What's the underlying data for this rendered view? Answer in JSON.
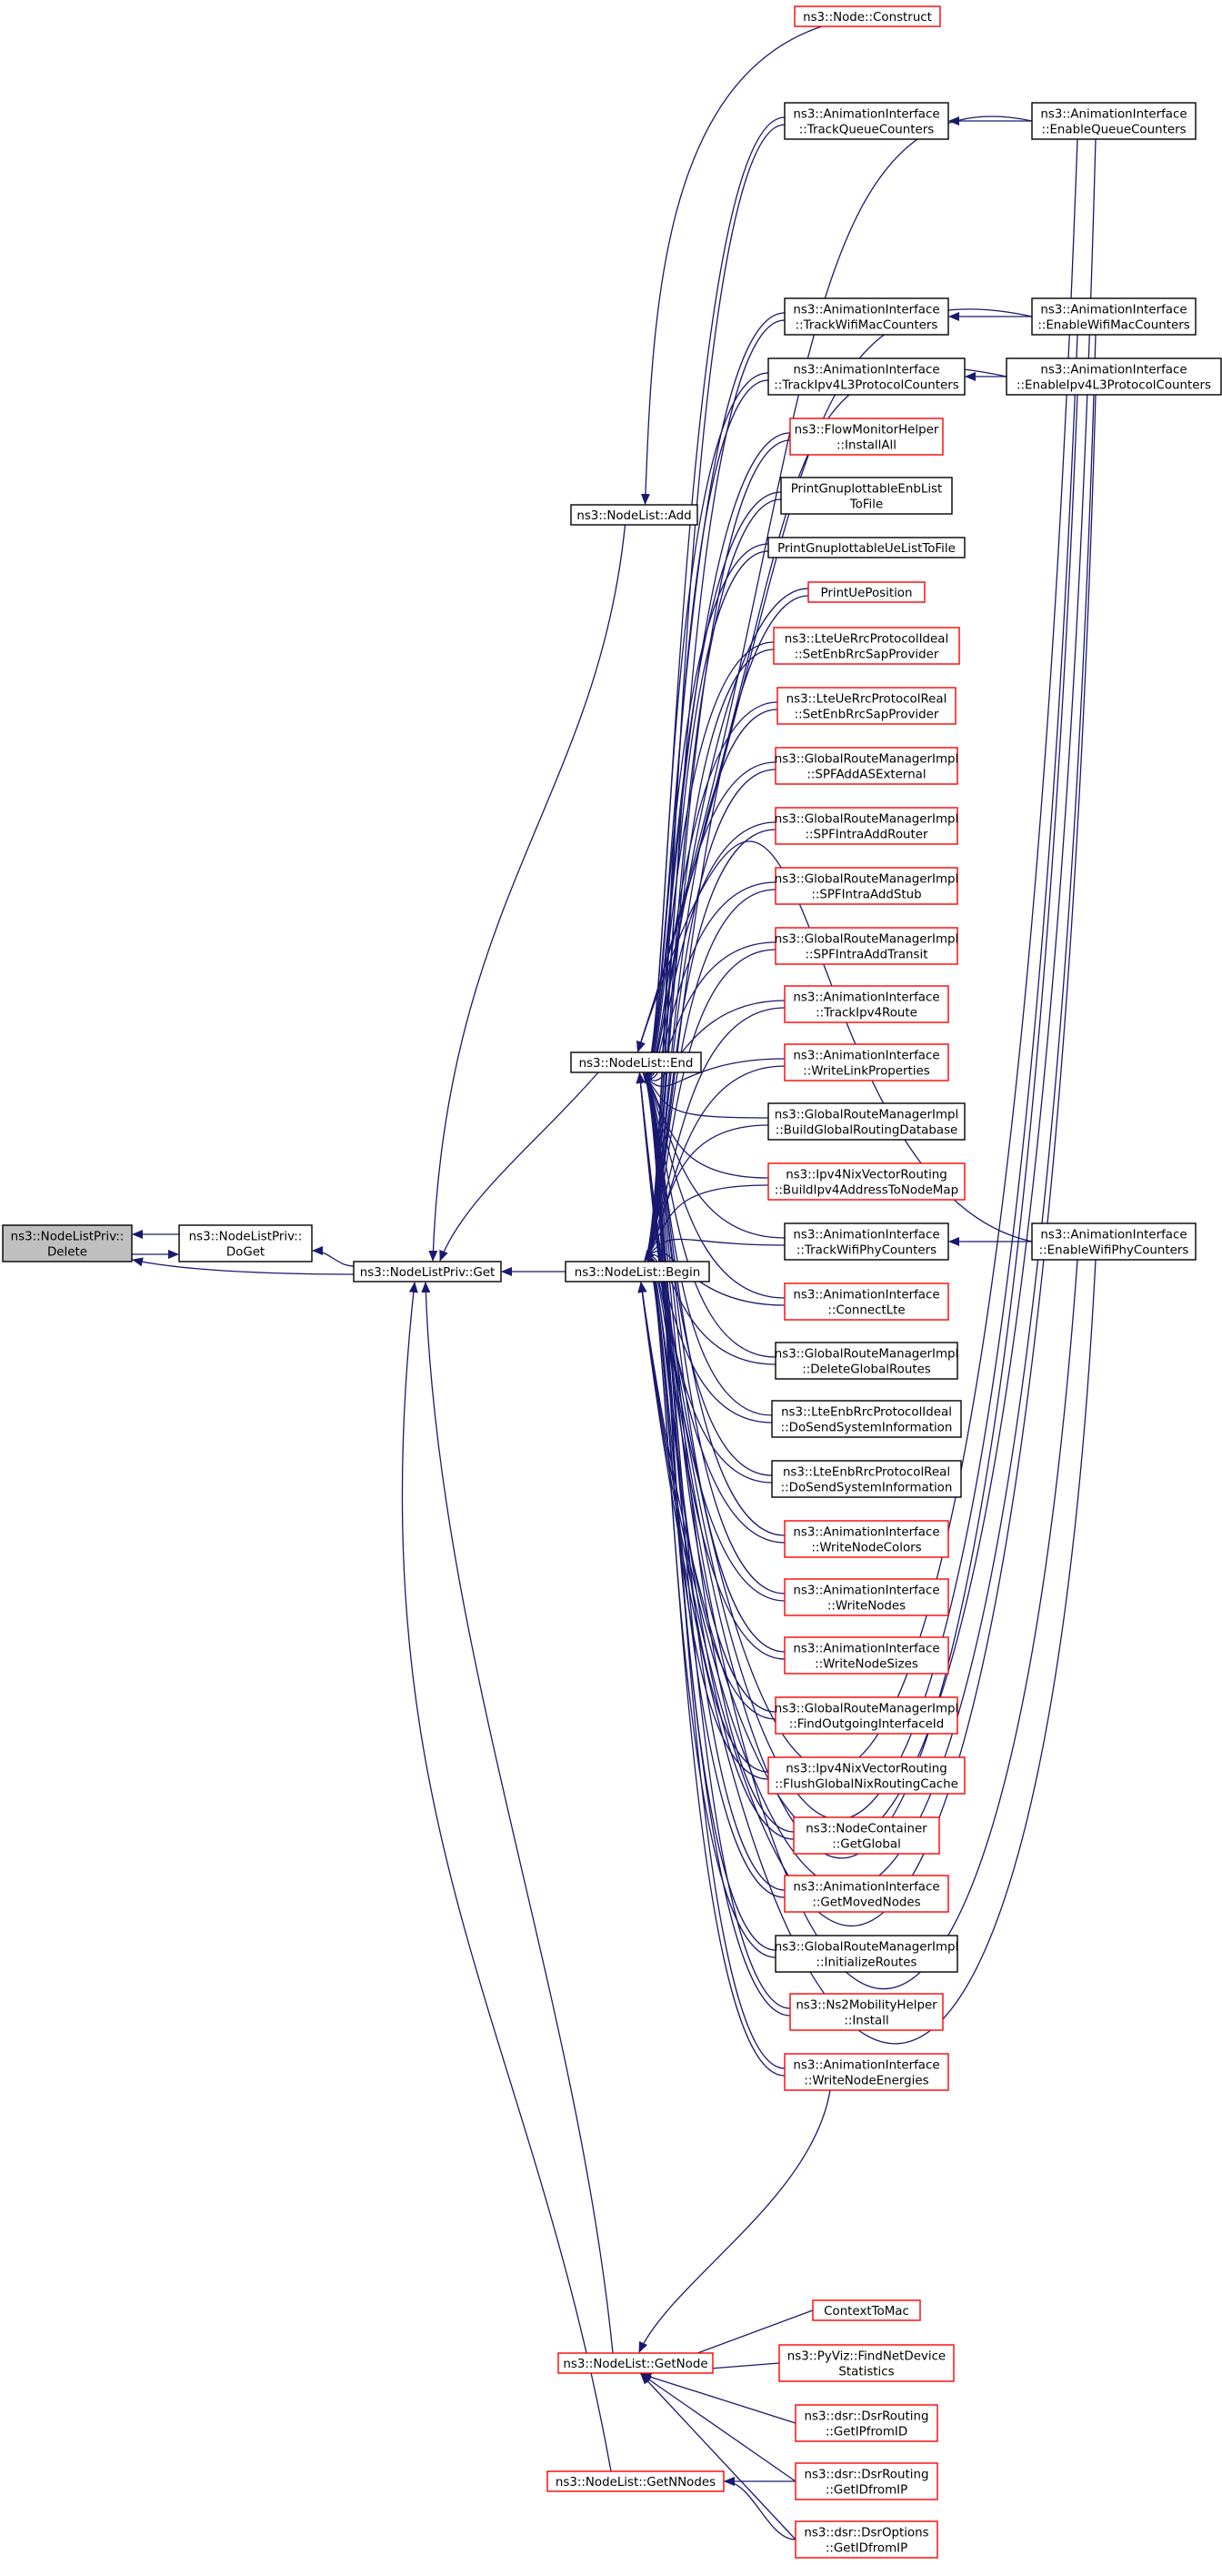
{
  "colors": {
    "edge": "#191970",
    "border_red": "#ff0000",
    "border_black": "#000000",
    "highlight_fill": "#bfbfbf",
    "fill": "#ffffff"
  },
  "nodes": {
    "root": {
      "lines": [
        "ns3::NodeListPriv::",
        "Delete"
      ]
    },
    "doget": {
      "lines": [
        "ns3::NodeListPriv::",
        "DoGet"
      ]
    },
    "get": {
      "lines": [
        "ns3::NodeListPriv::Get"
      ]
    },
    "add": {
      "lines": [
        "ns3::NodeList::Add"
      ]
    },
    "end": {
      "lines": [
        "ns3::NodeList::End"
      ]
    },
    "begin": {
      "lines": [
        "ns3::NodeList::Begin"
      ]
    },
    "getnode": {
      "lines": [
        "ns3::NodeList::GetNode"
      ]
    },
    "getnnodes": {
      "lines": [
        "ns3::NodeList::GetNNodes"
      ]
    },
    "construct": {
      "lines": [
        "ns3::Node::Construct"
      ]
    },
    "tqc": {
      "lines": [
        "ns3::AnimationInterface",
        "::TrackQueueCounters"
      ]
    },
    "twmc": {
      "lines": [
        "ns3::AnimationInterface",
        "::TrackWifiMacCounters"
      ]
    },
    "til3": {
      "lines": [
        "ns3::AnimationInterface",
        "::TrackIpv4L3ProtocolCounters"
      ]
    },
    "fmh": {
      "lines": [
        "ns3::FlowMonitorHelper",
        "::InstallAll"
      ]
    },
    "pgenb": {
      "lines": [
        "PrintGnuplottableEnbList",
        "ToFile"
      ]
    },
    "pgue": {
      "lines": [
        "PrintGnuplottableUeListToFile"
      ]
    },
    "pup": {
      "lines": [
        "PrintUePosition"
      ]
    },
    "lteideal": {
      "lines": [
        "ns3::LteUeRrcProtocolIdeal",
        "::SetEnbRrcSapProvider"
      ]
    },
    "ltereal": {
      "lines": [
        "ns3::LteUeRrcProtocolReal",
        "::SetEnbRrcSapProvider"
      ]
    },
    "grm1": {
      "lines": [
        "ns3::GlobalRouteManagerImpl",
        "::SPFAddASExternal"
      ]
    },
    "grm2": {
      "lines": [
        "ns3::GlobalRouteManagerImpl",
        "::SPFIntraAddRouter"
      ]
    },
    "grm3": {
      "lines": [
        "ns3::GlobalRouteManagerImpl",
        "::SPFIntraAddStub"
      ]
    },
    "grm4": {
      "lines": [
        "ns3::GlobalRouteManagerImpl",
        "::SPFIntraAddTransit"
      ]
    },
    "tir": {
      "lines": [
        "ns3::AnimationInterface",
        "::TrackIpv4Route"
      ]
    },
    "wlp": {
      "lines": [
        "ns3::AnimationInterface",
        "::WriteLinkProperties"
      ]
    },
    "bgrd": {
      "lines": [
        "ns3::GlobalRouteManagerImpl",
        "::BuildGlobalRoutingDatabase"
      ]
    },
    "nix1": {
      "lines": [
        "ns3::Ipv4NixVectorRouting",
        "::BuildIpv4AddressToNodeMap"
      ]
    },
    "twpc": {
      "lines": [
        "ns3::AnimationInterface",
        "::TrackWifiPhyCounters"
      ]
    },
    "clte": {
      "lines": [
        "ns3::AnimationInterface",
        "::ConnectLte"
      ]
    },
    "dgr": {
      "lines": [
        "ns3::GlobalRouteManagerImpl",
        "::DeleteGlobalRoutes"
      ]
    },
    "enbideal": {
      "lines": [
        "ns3::LteEnbRrcProtocolIdeal",
        "::DoSendSystemInformation"
      ]
    },
    "enbreal": {
      "lines": [
        "ns3::LteEnbRrcProtocolReal",
        "::DoSendSystemInformation"
      ]
    },
    "wnc": {
      "lines": [
        "ns3::AnimationInterface",
        "::WriteNodeColors"
      ]
    },
    "wn": {
      "lines": [
        "ns3::AnimationInterface",
        "::WriteNodes"
      ]
    },
    "wns": {
      "lines": [
        "ns3::AnimationInterface",
        "::WriteNodeSizes"
      ]
    },
    "foi": {
      "lines": [
        "ns3::GlobalRouteManagerImpl",
        "::FindOutgoingInterfaceId"
      ]
    },
    "nix2": {
      "lines": [
        "ns3::Ipv4NixVectorRouting",
        "::FlushGlobalNixRoutingCache"
      ]
    },
    "ncg": {
      "lines": [
        "ns3::NodeContainer",
        "::GetGlobal"
      ]
    },
    "gmn": {
      "lines": [
        "ns3::AnimationInterface",
        "::GetMovedNodes"
      ]
    },
    "ir": {
      "lines": [
        "ns3::GlobalRouteManagerImpl",
        "::InitializeRoutes"
      ]
    },
    "ns2": {
      "lines": [
        "ns3::Ns2MobilityHelper",
        "::Install"
      ]
    },
    "wne": {
      "lines": [
        "ns3::AnimationInterface",
        "::WriteNodeEnergies"
      ]
    },
    "ctm": {
      "lines": [
        "ContextToMac"
      ]
    },
    "pyviz": {
      "lines": [
        "ns3::PyViz::FindNetDevice",
        "Statistics"
      ]
    },
    "dsr1": {
      "lines": [
        "ns3::dsr::DsrRouting",
        "::GetIPfromID"
      ]
    },
    "dsr2": {
      "lines": [
        "ns3::dsr::DsrRouting",
        "::GetIDfromIP"
      ]
    },
    "dsr3": {
      "lines": [
        "ns3::dsr::DsrOptions",
        "::GetIDfromIP"
      ]
    },
    "eqc": {
      "lines": [
        "ns3::AnimationInterface",
        "::EnableQueueCounters"
      ]
    },
    "ewmc": {
      "lines": [
        "ns3::AnimationInterface",
        "::EnableWifiMacCounters"
      ]
    },
    "eil3": {
      "lines": [
        "ns3::AnimationInterface",
        "::EnableIpv4L3ProtocolCounters"
      ]
    },
    "ewpc": {
      "lines": [
        "ns3::AnimationInterface",
        "::EnableWifiPhyCounters"
      ]
    }
  }
}
